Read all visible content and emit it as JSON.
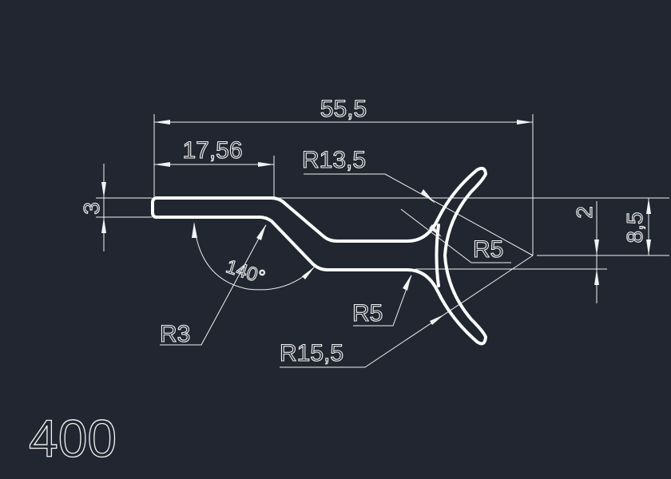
{
  "drawing": {
    "colors": {
      "background": "#212630",
      "lines": "#ffffff"
    },
    "dimensions": {
      "overall_width": "55,5",
      "flat_length": "17,56",
      "thickness": "3",
      "offset": "2",
      "height": "8,5",
      "angle": "140°"
    },
    "radii": {
      "r_large_upper": "R13,5",
      "r_small_upper": "R5",
      "r_small_lower": "R5",
      "r_bend": "R3",
      "r_large_lower": "R15,5"
    },
    "part_number": "400"
  }
}
